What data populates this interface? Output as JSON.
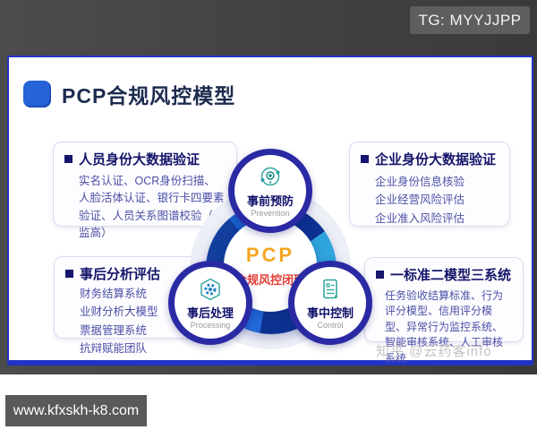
{
  "badge": {
    "label": "TG: MYYJJPP"
  },
  "card": {
    "title": "PCP合规风控模型",
    "sections": [
      {
        "header": "人员身份大数据验证",
        "body": "实名认证、OCR身份扫描、人脸活体认证、银行卡四要素验证、人员关系图谱校验（董监高）"
      },
      {
        "header": "企业身份大数据验证",
        "lines": [
          "企业身份信息核验",
          "企业经营风险评估",
          "企业准入风险评估"
        ]
      },
      {
        "header": "事后分析评估",
        "lines": [
          "财务结算系统",
          "业财分析大模型",
          "票据管理系统",
          "抗辩赋能团队"
        ]
      },
      {
        "header": "一标准二模型三系统",
        "body": "任务验收结算标准、行为评分模型、信用评分模型、异常行为监控系统、智能审核系统、人工审核系统"
      }
    ],
    "center": {
      "title": "PCP",
      "subtitle": "合规风控闭环"
    },
    "nodes": [
      {
        "label": "事前预防",
        "sublabel": "Prevention",
        "icon": "radar-target-icon"
      },
      {
        "label": "事后处理",
        "sublabel": "Processing",
        "icon": "gear-hexagon-icon"
      },
      {
        "label": "事中控制",
        "sublabel": "Control",
        "icon": "checklist-document-icon"
      }
    ]
  },
  "watermark": {
    "text": "知乎 @云药客info"
  },
  "footer": {
    "url": "www.kfxskh-k8.com"
  },
  "colors": {
    "background_gray": "#434343",
    "card_border_blue": "#2133c4",
    "title_square_blue": "#2563d6",
    "section_header_navy": "#14146a",
    "section_body_indigo": "#4b4fa6",
    "node_border_indigo": "#2a2aa4",
    "icon_teal": "#2aa39c",
    "center_orange": "#f5a623",
    "center_red": "#e23d38",
    "ring_navy": "#0c3190",
    "ring_cyan": "#2fa3dc"
  }
}
